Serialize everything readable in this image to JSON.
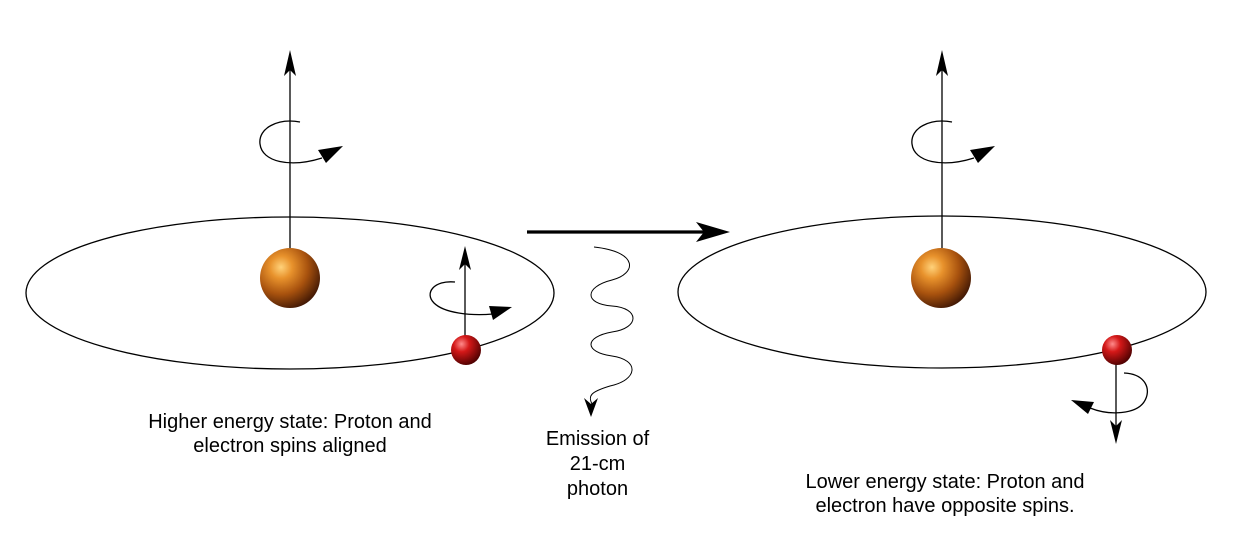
{
  "captions": {
    "higher": {
      "line1": "Higher energy state:  Proton and",
      "line2": "electron spins aligned"
    },
    "emission": {
      "line1": "Emission of",
      "line2": "21-cm",
      "line3": "photon"
    },
    "lower": {
      "line1": "Lower energy state:  Proton and",
      "line2": "electron have opposite spins."
    }
  },
  "colors": {
    "proton": "#b35a0e",
    "electron": "#c01010",
    "line": "#000000"
  }
}
